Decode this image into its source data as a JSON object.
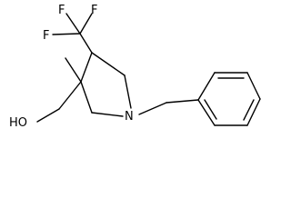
{
  "molecule": {
    "labels": {
      "f_top_left": "F",
      "f_top_right": "F",
      "f_bottom": "F",
      "nitrogen": "N",
      "hydroxyl": "HO"
    }
  }
}
